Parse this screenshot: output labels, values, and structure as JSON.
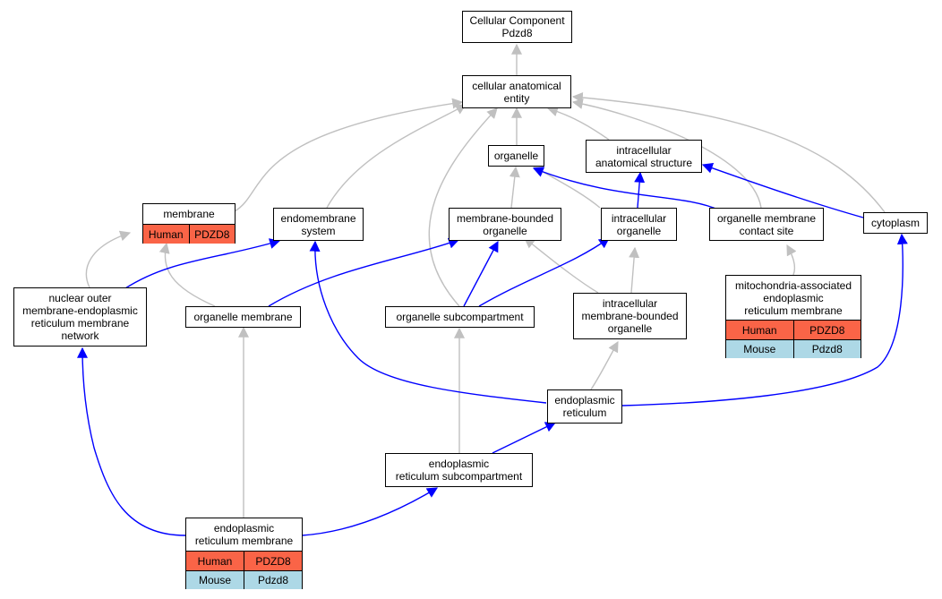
{
  "colors": {
    "is_a_edge": "#c0c0c0",
    "part_of_edge": "#0000ff",
    "human_row": "#fa6447",
    "mouse_row": "#add8e6"
  },
  "nodes": {
    "root": "Cellular Component\nPdzd8",
    "cellular_anatomical_entity": "cellular anatomical\nentity",
    "organelle": "organelle",
    "intracellular_anatomical_structure": "intracellular\nanatomical structure",
    "membrane": "membrane",
    "endomembrane_system": "endomembrane\nsystem",
    "membrane_bounded_organelle": "membrane-bounded\norganelle",
    "intracellular_organelle": "intracellular\norganelle",
    "organelle_membrane_contact_site": "organelle membrane\ncontact site",
    "cytoplasm": "cytoplasm",
    "nuclear_outer_membrane": "nuclear outer\nmembrane-endoplasmic\nreticulum membrane\nnetwork",
    "organelle_membrane": "organelle membrane",
    "organelle_subcompartment": "organelle subcompartment",
    "intracellular_membrane_bounded_organelle": "intracellular\nmembrane-bounded\norganelle",
    "mam": "mitochondria-associated\nendoplasmic\nreticulum membrane",
    "endoplasmic_reticulum": "endoplasmic\nreticulum",
    "er_subcompartment": "endoplasmic\nreticulum subcompartment",
    "er_membrane": "endoplasmic\nreticulum membrane"
  },
  "annotations": {
    "membrane": [
      {
        "species": "Human",
        "gene": "PDZD8"
      }
    ],
    "mam": [
      {
        "species": "Human",
        "gene": "PDZD8"
      },
      {
        "species": "Mouse",
        "gene": "Pdzd8"
      }
    ],
    "er_membrane": [
      {
        "species": "Human",
        "gene": "PDZD8"
      },
      {
        "species": "Mouse",
        "gene": "Pdzd8"
      }
    ]
  }
}
